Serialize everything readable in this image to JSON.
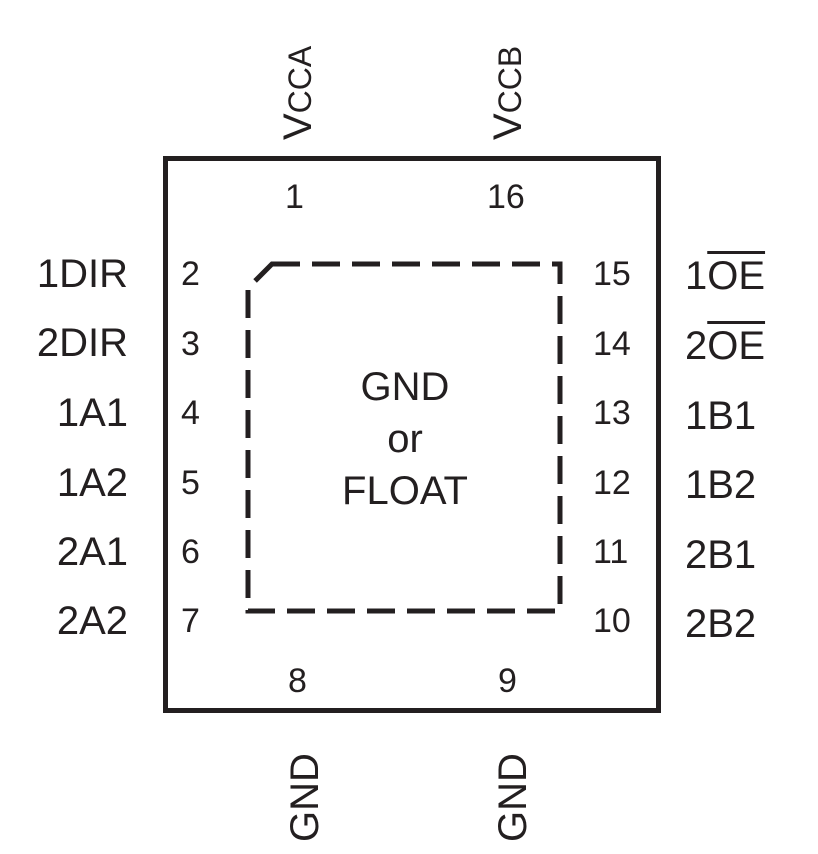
{
  "top": {
    "vcca": {
      "main": "V",
      "sub": "CCA"
    },
    "vccb": {
      "main": "V",
      "sub": "CCB"
    }
  },
  "bottom": {
    "gnd_left": "GND",
    "gnd_right": "GND"
  },
  "pins": {
    "p1": "1",
    "p2": "2",
    "p3": "3",
    "p4": "4",
    "p5": "5",
    "p6": "6",
    "p7": "7",
    "p8": "8",
    "p9": "9",
    "p10": "10",
    "p11": "11",
    "p12": "12",
    "p13": "13",
    "p14": "14",
    "p15": "15",
    "p16": "16"
  },
  "left_signals": {
    "s2": "1DIR",
    "s3": "2DIR",
    "s4": "1A1",
    "s5": "1A2",
    "s6": "2A1",
    "s7": "2A2"
  },
  "right_signals": {
    "s15": {
      "prefix": "1",
      "overline": "OE"
    },
    "s14": {
      "prefix": "2",
      "overline": "OE"
    },
    "s13": "1B1",
    "s12": "1B2",
    "s11": "2B1",
    "s10": "2B2"
  },
  "thermal_pad": {
    "line1": "GND",
    "line2": "or",
    "line3": "FLOAT"
  }
}
